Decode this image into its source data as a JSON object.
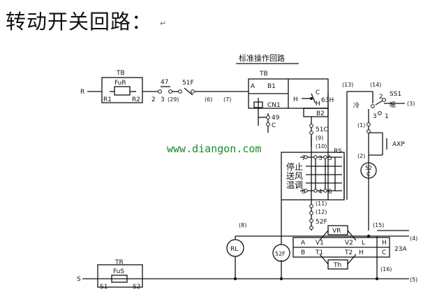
{
  "title": "转动开关回路：",
  "return_mark": "↵",
  "watermark": "www.diangon.com",
  "diagram": {
    "subtitle": "标准操作回路",
    "tb_top_left": "TB",
    "tb_top_right": "TB",
    "tr": "TR",
    "fur": "FuR",
    "fus": "FuS",
    "r1": "R1",
    "r2": "R2",
    "s1": "S1",
    "s2": "S2",
    "in_r": "R",
    "in_s": "S",
    "n47": "47",
    "n51f": "51F",
    "n2": "2",
    "n3": "3",
    "n29": "(29)",
    "n6": "(6)",
    "n7": "(7)",
    "a": "A",
    "b1": "B1",
    "b2": "B2",
    "cn1": "CN1",
    "h": "H",
    "c": "C",
    "h2": "H",
    "n63h": "63H",
    "n49": "49",
    "c2": "C",
    "n51c": "51C",
    "n9": "(9)",
    "n10": "(10)",
    "rs": "RS",
    "n7b": "7",
    "n3b": "3",
    "n5b": "5",
    "n8b": "8",
    "n4b": "4",
    "n6b": "6",
    "stop": "停止",
    "fan": "送风",
    "temp": "温调",
    "n11a": "(11)",
    "n12": "(12)",
    "n52f": "52F",
    "n8": "(8)",
    "rl": "RL",
    "m52f": "52F",
    "n13": "(13)",
    "n14": "(14)",
    "ss1": "SS1",
    "cold": "冷",
    "warm": "暖",
    "s2n": "2",
    "s3n": "3",
    "s1n": "1",
    "n3r": "(3)",
    "n1": "(1)",
    "axp": "AXP",
    "n2r": "(2)",
    "m52c_top": "52",
    "m52c_bot": "C",
    "n15": "(15)",
    "n4r": "(4)",
    "n16": "(16)",
    "n5r": "(5)",
    "ta": "A",
    "tv1": "V1",
    "tv2": "V2",
    "tl": "L",
    "th": "H",
    "tb": "B",
    "tt1": "T1",
    "tt2": "T2",
    "th2": "H",
    "tc": "C",
    "vr": "VR",
    "thm": "Th",
    "n23a": "23A"
  }
}
